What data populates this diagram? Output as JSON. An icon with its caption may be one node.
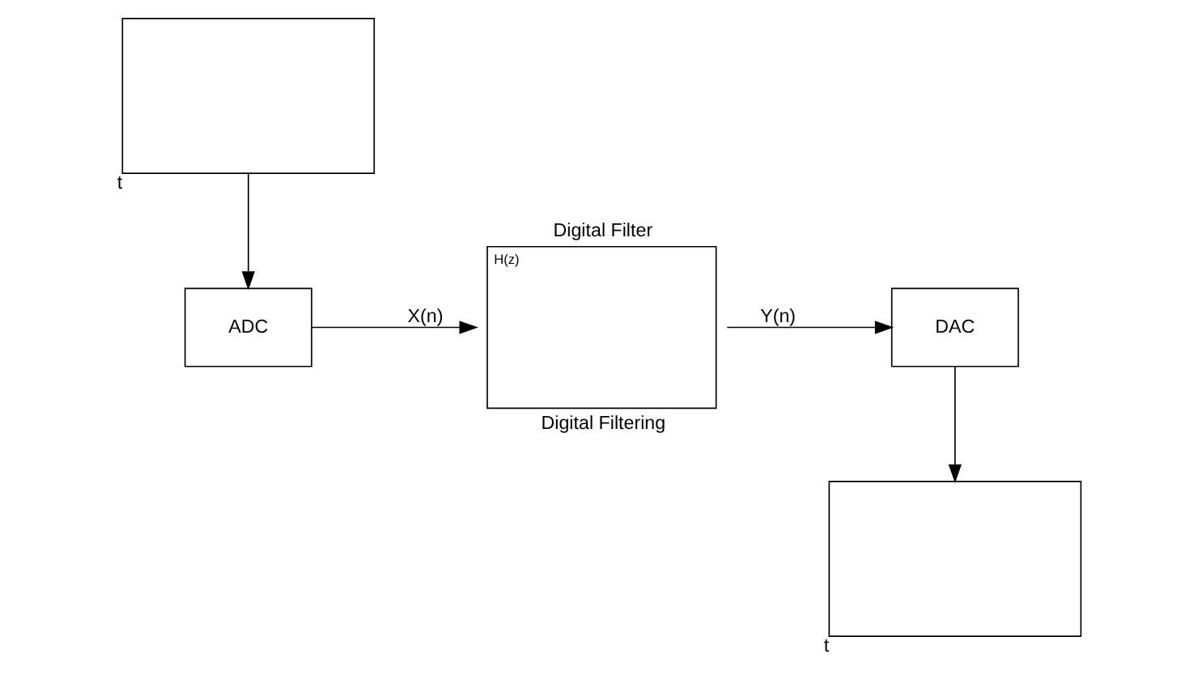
{
  "diagram": {
    "nodes": [
      {
        "text": [],
        "shape": "box",
        "beside": [
          "t"
        ]
      },
      {
        "text": [
          "ADC"
        ]
      },
      {
        "text": [
          "Digital Filter",
          "H(z)"
        ],
        "beside": [
          "Digital Filtering"
        ]
      },
      {
        "text": [
          "DAC"
        ]
      },
      {
        "text": [],
        "shape": "box",
        "beside": [
          "t"
        ]
      }
    ],
    "edges": [
      {
        "from": 0,
        "to": 1,
        "arrow": "to"
      },
      {
        "from": 1,
        "to": 2,
        "arrow": "to",
        "label": "X(n)"
      },
      {
        "from": 2,
        "to": 3,
        "arrow": "to",
        "label": "Y(n)"
      },
      {
        "from": 3,
        "to": 4,
        "arrow": "to"
      }
    ]
  }
}
